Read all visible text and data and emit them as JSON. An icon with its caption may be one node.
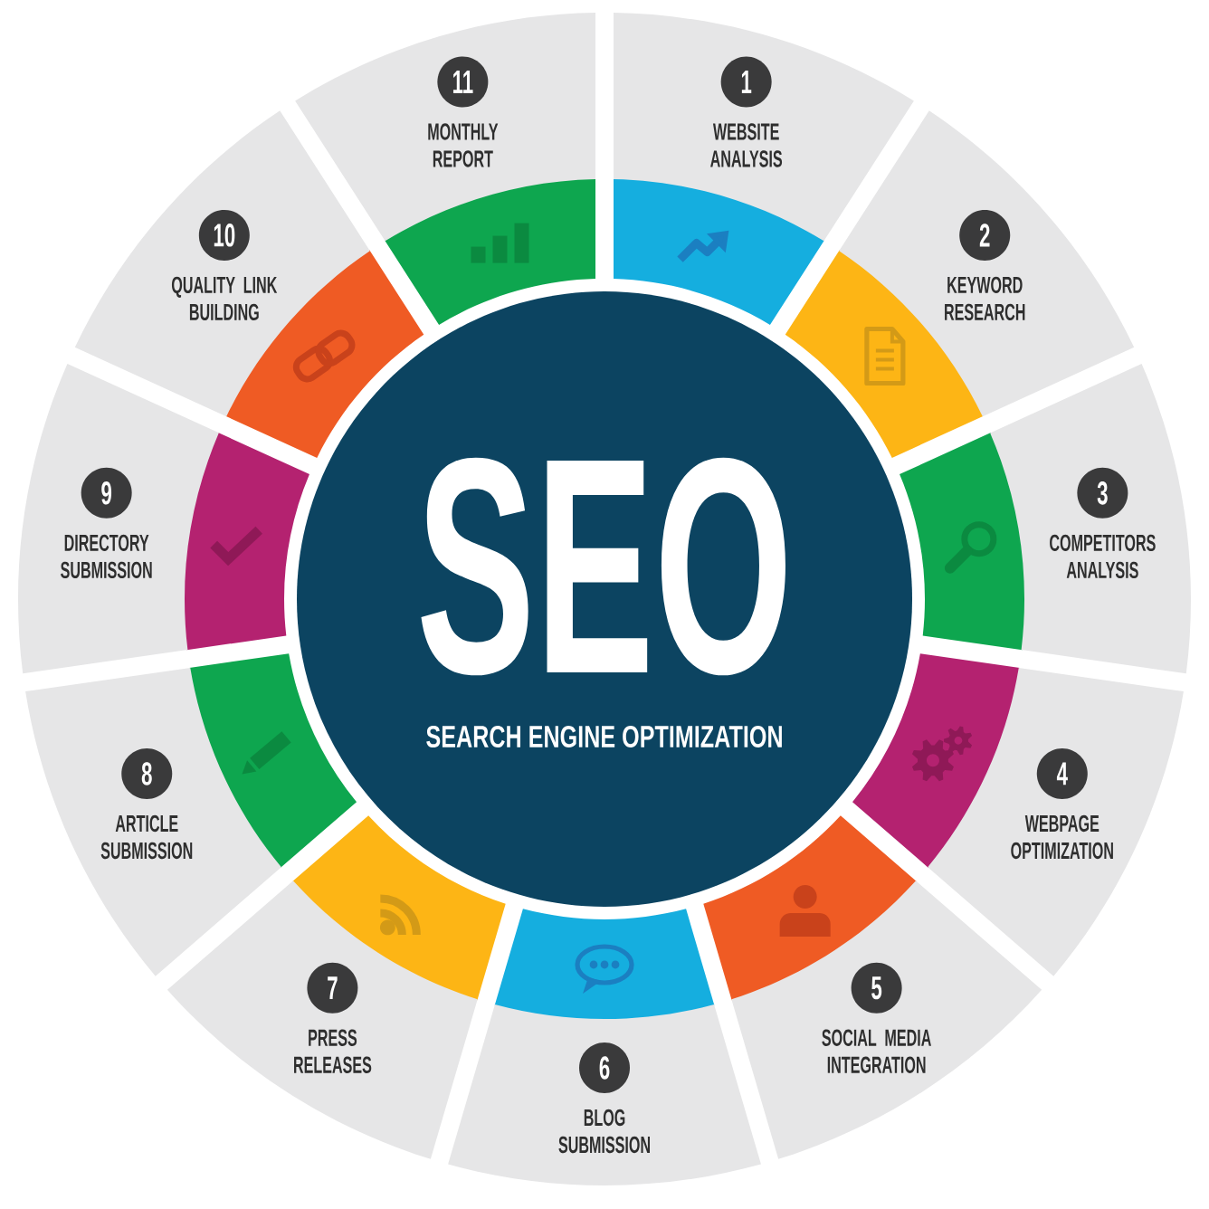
{
  "diagram": {
    "nodes": [
      {
        "text": [
          "SEO",
          "SEARCH ENGINE OPTIMIZATION"
        ]
      },
      {
        "text": [
          "WEBSITE ANALYSIS"
        ]
      },
      {
        "text": [
          "1"
        ],
        "in": 1
      },
      {
        "text": [
          "KEYWORD RESEARCH"
        ]
      },
      {
        "text": [
          "2"
        ],
        "in": 3
      },
      {
        "text": [
          "COMPETITORS ANALYSIS"
        ]
      },
      {
        "text": [
          "3"
        ],
        "in": 5
      },
      {
        "text": [
          "WEBPAGE OPTIMIZATION"
        ]
      },
      {
        "text": [
          "4"
        ],
        "in": 7
      },
      {
        "text": [
          "SOCIAL MEDIA INTEGRATION"
        ]
      },
      {
        "text": [
          "5"
        ],
        "in": 9
      },
      {
        "text": [
          "BLOG SUBMISSION"
        ]
      },
      {
        "text": [
          "6"
        ],
        "in": 11
      },
      {
        "text": [
          "PRESS RELEASES"
        ]
      },
      {
        "text": [
          "7"
        ],
        "in": 13
      },
      {
        "text": [
          "ARTICLE SUBMISSION"
        ]
      },
      {
        "text": [
          "8"
        ],
        "in": 15
      },
      {
        "text": [
          "DIRECTORY SUBMISSION"
        ]
      },
      {
        "text": [
          "9"
        ],
        "in": 17
      },
      {
        "text": [
          "QUALITY LINK BUILDING"
        ]
      },
      {
        "text": [
          "10"
        ],
        "in": 19
      },
      {
        "text": [
          "MONTHLY REPORT"
        ]
      },
      {
        "text": [
          "11"
        ],
        "in": 21
      }
    ]
  }
}
